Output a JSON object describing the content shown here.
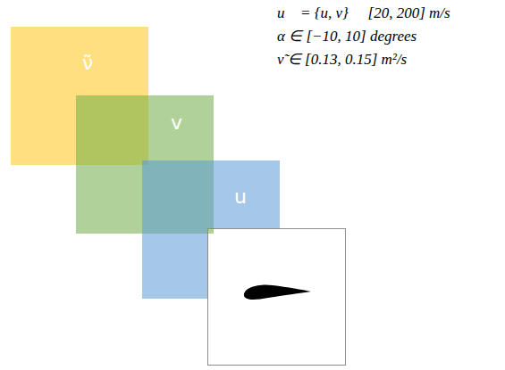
{
  "diagram": {
    "nodes": [
      {
        "text": [
          "ν̃"
        ]
      },
      {
        "text": [
          "v"
        ]
      },
      {
        "text": [
          "u"
        ]
      }
    ],
    "labels": [
      "u⃗ = {u, v} ∈ [20, 200] m/s",
      "α ∈ [−10, 10] degrees",
      "ν̃ ∈ [0.13, 0.15] m²/s"
    ]
  }
}
